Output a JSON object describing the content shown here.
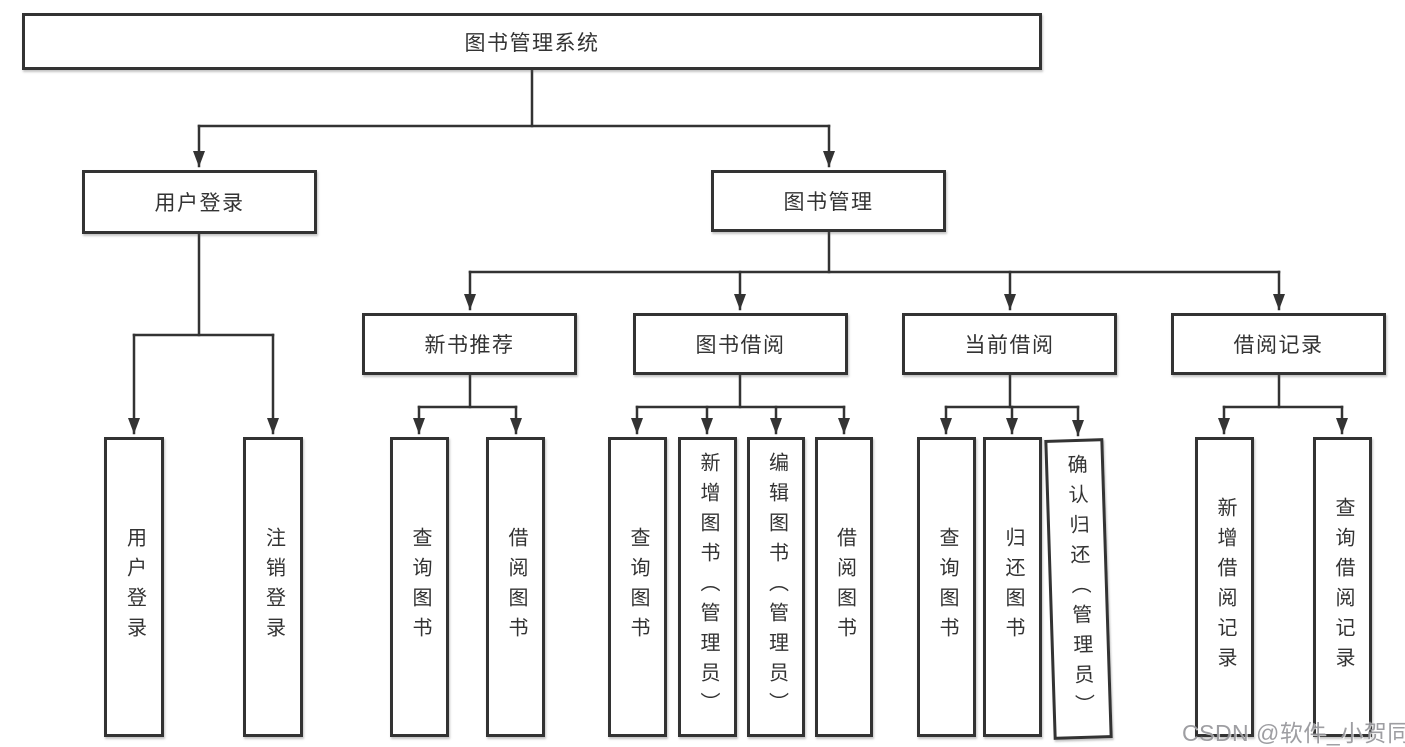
{
  "diagram": {
    "title": "图书管理系统",
    "tree": {
      "root": {
        "label": "图书管理系统"
      },
      "branches": [
        {
          "label": "用户登录",
          "children": [
            {
              "label": "用户登录"
            },
            {
              "label": "注销登录"
            }
          ]
        },
        {
          "label": "图书管理",
          "children": [
            {
              "label": "新书推荐",
              "children": [
                {
                  "label": "查询图书"
                },
                {
                  "label": "借阅图书"
                }
              ]
            },
            {
              "label": "图书借阅",
              "children": [
                {
                  "label": "查询图书"
                },
                {
                  "label": "新增图书（管理员）"
                },
                {
                  "label": "编辑图书（管理员）"
                },
                {
                  "label": "借阅图书"
                }
              ]
            },
            {
              "label": "当前借阅",
              "children": [
                {
                  "label": "查询图书"
                },
                {
                  "label": "归还图书"
                },
                {
                  "label": "确认归还（管理员）"
                }
              ]
            },
            {
              "label": "借阅记录",
              "children": [
                {
                  "label": "新增借阅记录"
                },
                {
                  "label": "查询借阅记录"
                }
              ]
            }
          ]
        }
      ]
    },
    "colors": {
      "line": "#333333",
      "box_border": "#333333",
      "box_fill": "#ffffff",
      "text": "#333333",
      "watermark": "#949498"
    }
  },
  "watermark": {
    "text": "CSDN @软件_小贺同学"
  }
}
